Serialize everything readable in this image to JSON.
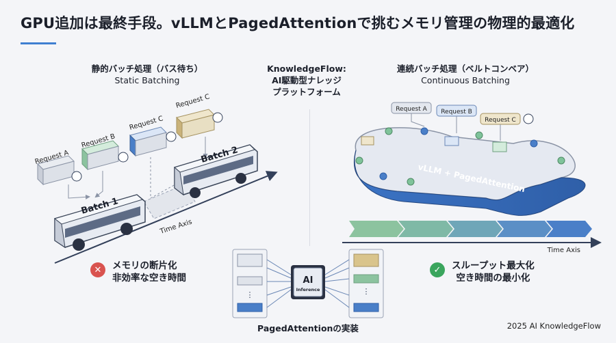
{
  "title": "GPU追加は最終手段。vLLMとPagedAttentionで挑むメモリ管理の物理的最適化",
  "left": {
    "heading_jp": "静的バッチ処理（バス待ち）",
    "heading_en": "Static Batching",
    "requests": [
      "Request A",
      "Request B",
      "Request C",
      "Request C"
    ],
    "batch1": "Batch 1",
    "batch2": "Batch 2",
    "axis": "Time Axis",
    "result_line1": "メモリの断片化",
    "result_line2": "非効率な空き時間",
    "result_icon": "x-circle-icon"
  },
  "center": {
    "line1": "KnowledgeFlow:",
    "line2": "AI駆動型ナレッジ",
    "line3": "プラットフォーム",
    "chip_top": "AI",
    "chip_sub": "Inference",
    "label": "PagedAttentionの実装"
  },
  "right": {
    "heading_jp": "連続バッチ処理（ベルトコンベア）",
    "heading_en": "Continuous Batching",
    "requests": [
      "Request A",
      "Request B",
      "Request C"
    ],
    "belt_label": "vLLM + PagedAttention",
    "axis": "Time Axis",
    "result_line1": "スループット最大化",
    "result_line2": "空き時間の最小化",
    "result_icon": "check-circle-icon"
  },
  "footer": "2025 AI KnowledgeFlow",
  "colors": {
    "accent": "#3f7fd1",
    "bad": "#d9534f",
    "good": "#3aa55d",
    "green": "#7fc39a",
    "blue": "#4a7fc8",
    "tan": "#c9b27a"
  }
}
